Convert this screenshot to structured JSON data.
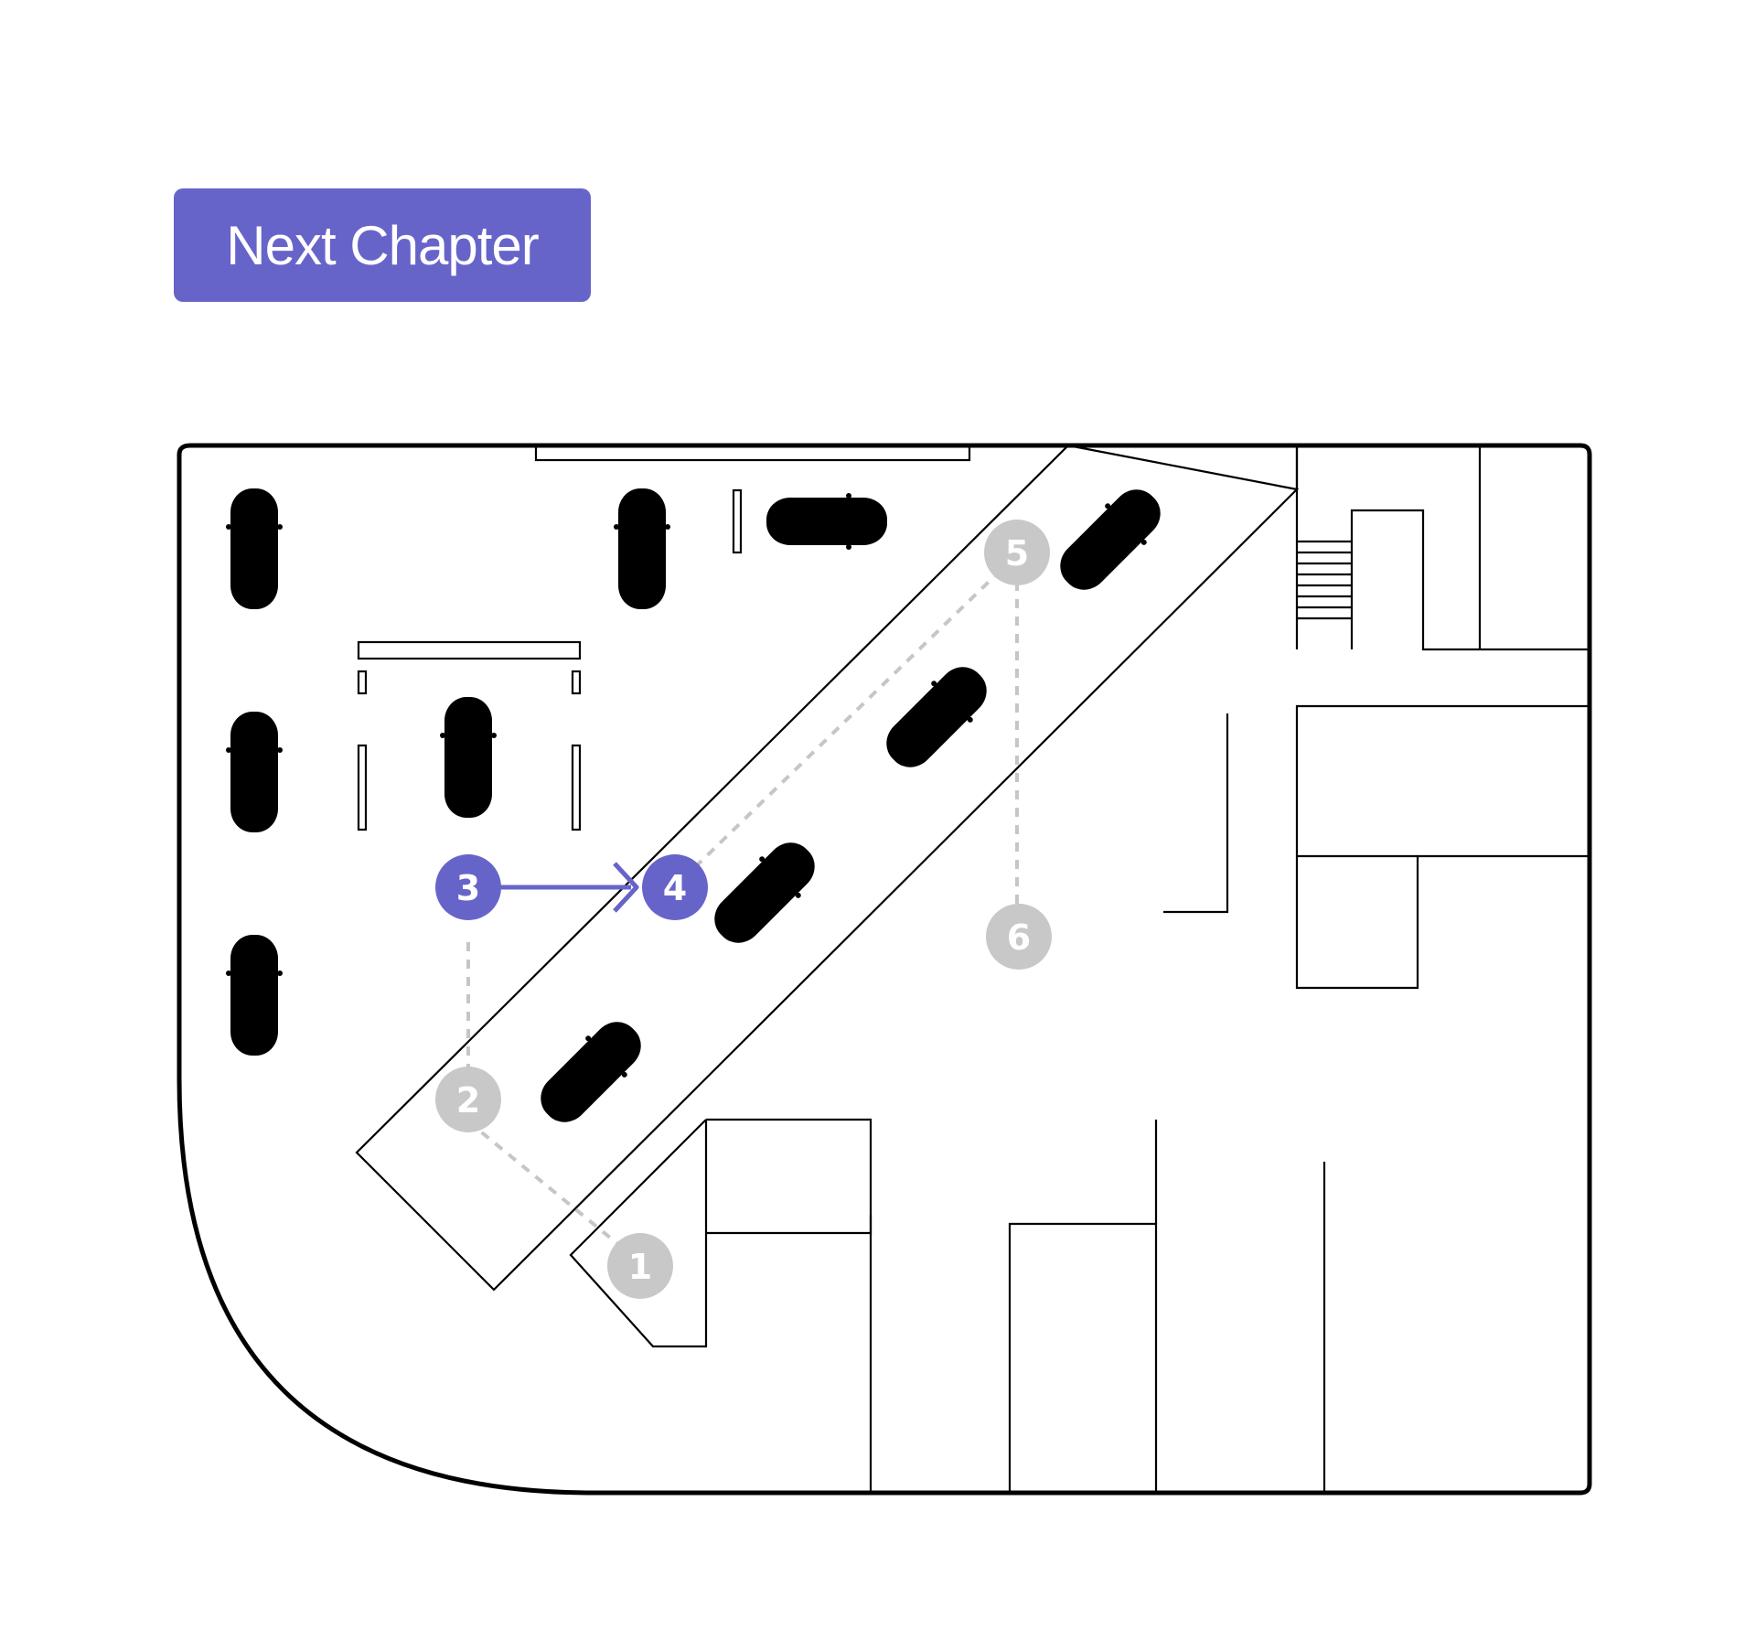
{
  "button": {
    "label": "Next Chapter"
  },
  "colors": {
    "accent": "#6764c9",
    "inactive_marker": "#c8c8c8",
    "route": "#c6c6c6",
    "active_car": "#b9b7ea",
    "ghost_car": "#f3f3f3"
  },
  "steps": [
    {
      "number": "1",
      "state": "inactive"
    },
    {
      "number": "2",
      "state": "inactive"
    },
    {
      "number": "3",
      "state": "active"
    },
    {
      "number": "4",
      "state": "active"
    },
    {
      "number": "5",
      "state": "inactive"
    },
    {
      "number": "6",
      "state": "inactive"
    }
  ]
}
